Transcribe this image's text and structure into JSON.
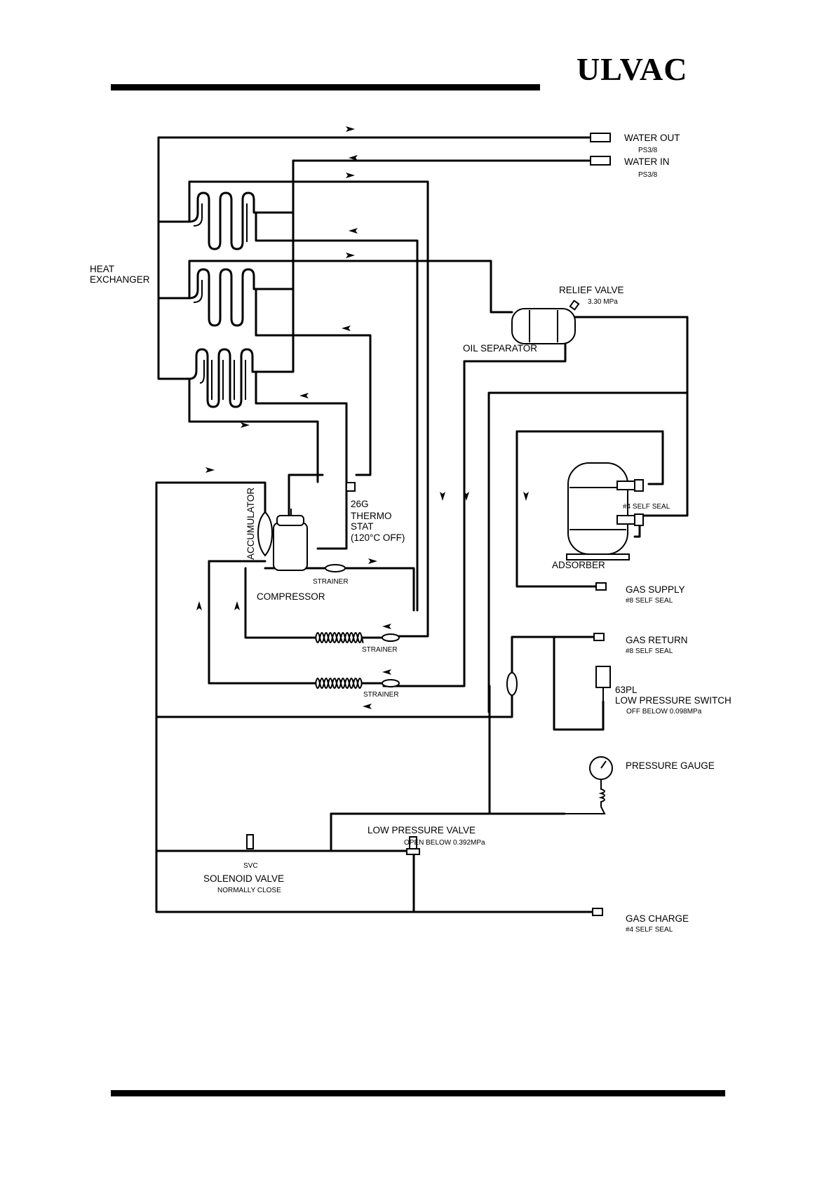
{
  "logo": "ULVAC",
  "labels": {
    "water_out": "WATER  OUT",
    "water_out_spec": "PS3/8",
    "water_in": "WATER  IN",
    "water_in_spec": "PS3/8",
    "heat_exchanger_1": "HEAT",
    "heat_exchanger_2": "EXCHANGER",
    "relief_valve": "RELIEF  VALVE",
    "relief_valve_spec": "3.30  MPa",
    "oil_separator": "OIL  SEPARATOR",
    "self_seal_4": "#4  SELF  SEAL",
    "adsorber": "ADSORBER",
    "gas_supply": "GAS  SUPPLY",
    "gas_supply_spec": "#8  SELF  SEAL",
    "gas_return": "GAS  RETURN",
    "gas_return_spec": "#8  SELF  SEAL",
    "switch_code": "63PL",
    "low_pressure_switch": "LOW  PRESSURE  SWITCH",
    "low_pressure_switch_spec": "OFF   BELOW    0.098MPa",
    "pressure_gauge": "PRESSURE  GAUGE",
    "low_pressure_valve": "LOW  PRESSURE  VALVE",
    "low_pressure_valve_spec": "OPEN  BELOW  0.392MPa",
    "svc": "SVC",
    "solenoid_valve": "SOLENOID  VALVE",
    "solenoid_valve_spec": "NORMALLY  CLOSE",
    "gas_charge": "GAS  CHARGE",
    "gas_charge_spec": "#4  SELF  SEAL",
    "accumulator": "ACCUMULATOR",
    "thermostat_code": "26G",
    "thermostat_1": "THERMO",
    "thermostat_2": "STAT",
    "thermostat_3": "(120°C  OFF)",
    "strainer": "STRAINER",
    "compressor": "COMPRESSOR"
  }
}
